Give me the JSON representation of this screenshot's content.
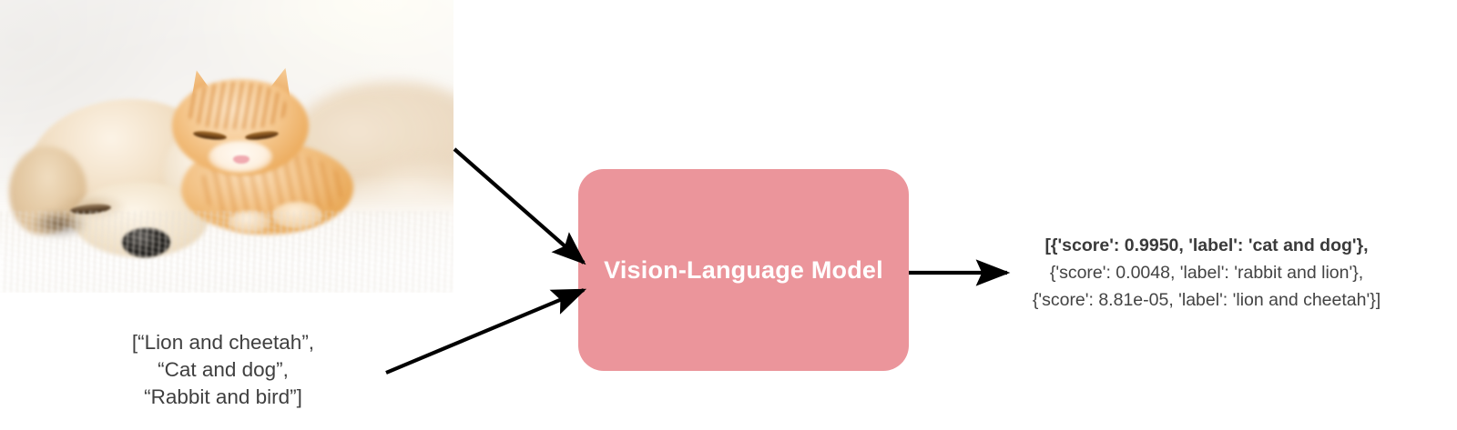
{
  "diagram": {
    "title": "Vision-Language Model zero-shot image classification pipeline",
    "model_box": {
      "label": "Vision-Language\nModel",
      "color": "#eb959b",
      "text_color": "#ffffff"
    },
    "image_input": {
      "alt": "Photo of a sleeping golden puppy and an orange tabby kitten cuddling on a white blanket",
      "icon": "photo-icon"
    },
    "text_input": {
      "label": "[“Lion and cheetah”,\n“Cat and dog”,\n“Rabbit and bird”]",
      "items": [
        "Lion and cheetah",
        "Cat and dog",
        "Rabbit and bird"
      ]
    },
    "output": {
      "lines": [
        "[{'score': 0.9950, 'label': 'cat and dog'},",
        "{'score': 0.0048, 'label': 'rabbit and lion'},",
        "{'score': 8.81e-05, 'label': 'lion and cheetah'}]"
      ],
      "bold_line_index": 0,
      "predictions": [
        {
          "score": 0.995,
          "label": "cat and dog"
        },
        {
          "score": 0.0048,
          "label": "rabbit and lion"
        },
        {
          "score": 8.81e-05,
          "label": "lion and cheetah"
        }
      ],
      "text_color": "#434343"
    },
    "arrows": [
      {
        "name": "image-to-model-arrow",
        "from": "image-input",
        "to": "model-box"
      },
      {
        "name": "text-to-model-arrow",
        "from": "text-input",
        "to": "model-box"
      },
      {
        "name": "model-to-output-arrow",
        "from": "model-box",
        "to": "output-text"
      }
    ]
  }
}
